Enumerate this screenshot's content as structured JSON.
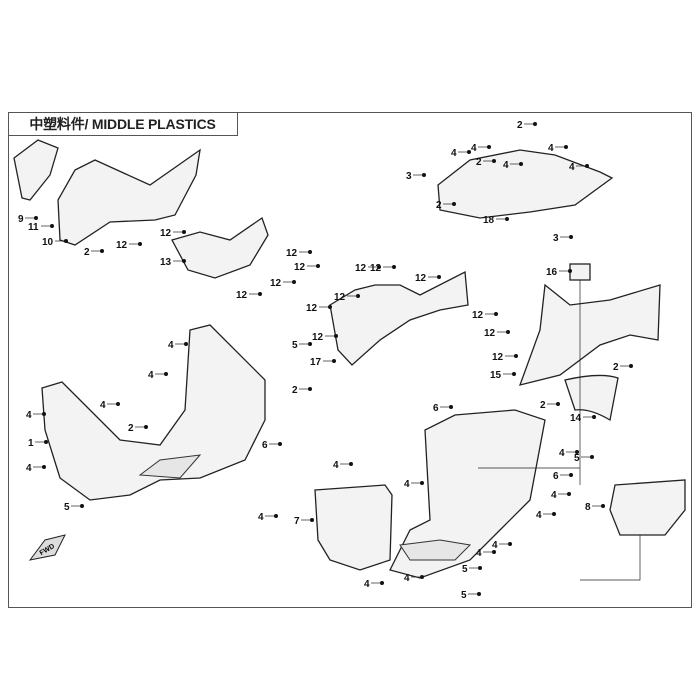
{
  "title": "中塑料件/ MIDDLE PLASTICS",
  "fwd_label": "FWD",
  "callouts": [
    "9",
    "11",
    "10",
    "2",
    "12",
    "12",
    "13",
    "12",
    "12",
    "12",
    "12",
    "3",
    "4",
    "4",
    "2",
    "4",
    "2",
    "4",
    "4",
    "2",
    "18",
    "3",
    "12",
    "12",
    "12",
    "12",
    "12",
    "12",
    "17",
    "16",
    "12",
    "12",
    "12",
    "15",
    "2",
    "2",
    "14",
    "4",
    "5",
    "4",
    "2",
    "4",
    "4",
    "1",
    "2",
    "6",
    "4",
    "5",
    "6",
    "4",
    "5",
    "4",
    "4",
    "6",
    "4",
    "8",
    "7",
    "4",
    "4",
    "4",
    "4",
    "5",
    "4",
    "4",
    "5"
  ]
}
